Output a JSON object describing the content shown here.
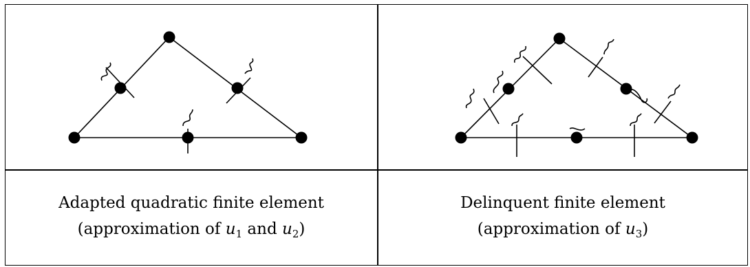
{
  "cells": [
    {
      "caption_line1": "Adapted quadratic finite element",
      "caption_line2_prefix": "(approximation of ",
      "caption_line2_sym1": "u",
      "caption_line2_sub1": "1",
      "caption_line2_mid": " and ",
      "caption_line2_sym2": "u",
      "caption_line2_sub2": "2",
      "caption_line2_suffix": ")"
    },
    {
      "caption_line1": "Delinquent finite element",
      "caption_line2_prefix": "(approximation of ",
      "caption_line2_sym1": "u",
      "caption_line2_sub1": "3",
      "caption_line2_suffix": ")"
    }
  ],
  "colors": {
    "stroke": "#000000",
    "node": "#000000",
    "background": "#ffffff"
  }
}
